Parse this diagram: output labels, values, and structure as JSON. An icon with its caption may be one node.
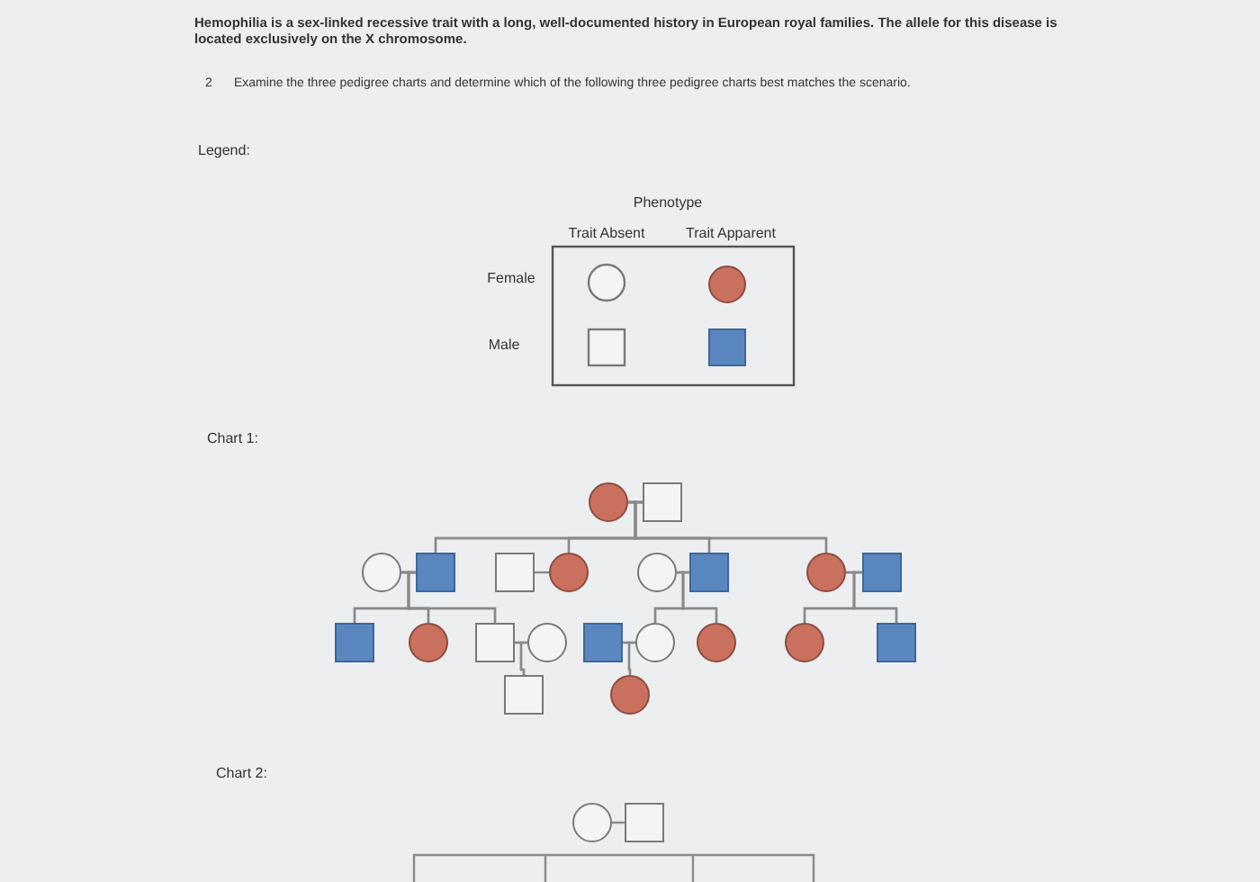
{
  "diagram": {
    "nodes": [
      {
        "text": [],
        "shape": "circle"
      },
      {
        "text": [],
        "shape": "box"
      },
      {
        "text": [],
        "shape": "circle"
      },
      {
        "text": [],
        "shape": "box"
      },
      {
        "text": [],
        "shape": "box"
      },
      {
        "text": [],
        "shape": "circle"
      },
      {
        "text": [],
        "shape": "circle"
      },
      {
        "text": [],
        "shape": "box"
      },
      {
        "text": [],
        "shape": "circle"
      },
      {
        "text": [],
        "shape": "box"
      },
      {
        "text": [],
        "shape": "box"
      },
      {
        "text": [],
        "shape": "circle"
      },
      {
        "text": [],
        "shape": "box"
      },
      {
        "text": [],
        "shape": "circle"
      },
      {
        "text": [],
        "shape": "box"
      },
      {
        "text": [],
        "shape": "circle"
      },
      {
        "text": [],
        "shape": "circle"
      },
      {
        "text": [],
        "shape": "circle"
      },
      {
        "text": [],
        "shape": "box"
      },
      {
        "text": [],
        "shape": "box"
      },
      {
        "text": [],
        "shape": "circle"
      },
      {
        "text": [],
        "shape": "circle"
      },
      {
        "text": [],
        "shape": "box"
      }
    ],
    "edges": [
      {
        "from": 0,
        "to": 1,
        "arrow": "none"
      },
      {
        "from": 0,
        "to": 3,
        "arrow": "none"
      },
      {
        "from": 1,
        "to": 3,
        "arrow": "none"
      },
      {
        "from": 0,
        "to": 5,
        "arrow": "none"
      },
      {
        "from": 1,
        "to": 5,
        "arrow": "none"
      },
      {
        "from": 0,
        "to": 7,
        "arrow": "none"
      },
      {
        "from": 1,
        "to": 7,
        "arrow": "none"
      },
      {
        "from": 0,
        "to": 8,
        "arrow": "none"
      },
      {
        "from": 1,
        "to": 8,
        "arrow": "none"
      },
      {
        "from": 2,
        "to": 3,
        "arrow": "none"
      },
      {
        "from": 2,
        "to": 10,
        "arrow": "none"
      },
      {
        "from": 3,
        "to": 10,
        "arrow": "none"
      },
      {
        "from": 2,
        "to": 11,
        "arrow": "none"
      },
      {
        "from": 3,
        "to": 11,
        "arrow": "none"
      },
      {
        "from": 2,
        "to": 12,
        "arrow": "none"
      },
      {
        "from": 3,
        "to": 12,
        "arrow": "none"
      },
      {
        "from": 4,
        "to": 5,
        "arrow": "none"
      },
      {
        "from": 6,
        "to": 7,
        "arrow": "none"
      },
      {
        "from": 6,
        "to": 15,
        "arrow": "none"
      },
      {
        "from": 7,
        "to": 15,
        "arrow": "none"
      },
      {
        "from": 6,
        "to": 16,
        "arrow": "none"
      },
      {
        "from": 7,
        "to": 16,
        "arrow": "none"
      },
      {
        "from": 8,
        "to": 9,
        "arrow": "none"
      },
      {
        "from": 8,
        "to": 17,
        "arrow": "none"
      },
      {
        "from": 9,
        "to": 17,
        "arrow": "none"
      },
      {
        "from": 8,
        "to": 18,
        "arrow": "none"
      },
      {
        "from": 9,
        "to": 18,
        "arrow": "none"
      },
      {
        "from": 12,
        "to": 13,
        "arrow": "none"
      },
      {
        "from": 12,
        "to": 19,
        "arrow": "none"
      },
      {
        "from": 13,
        "to": 19,
        "arrow": "none"
      },
      {
        "from": 14,
        "to": 15,
        "arrow": "none"
      },
      {
        "from": 14,
        "to": 20,
        "arrow": "none"
      },
      {
        "from": 15,
        "to": 20,
        "arrow": "none"
      },
      {
        "from": 21,
        "to": 22,
        "arrow": "none"
      }
    ],
    "labels": [
      "Hemophilia is a sex-linked recessive trait with a long, well-documented history in European royal families. The allele for this disease is located exclusively on the X chromosome.",
      "2",
      "Examine the three pedigree charts and determine which of the following three pedigree charts best matches the scenario.",
      "Legend:",
      "Phenotype",
      "Trait Absent",
      "Trait Apparent",
      "Female",
      "Male",
      "Chart 1:",
      "Chart 2:"
    ]
  }
}
